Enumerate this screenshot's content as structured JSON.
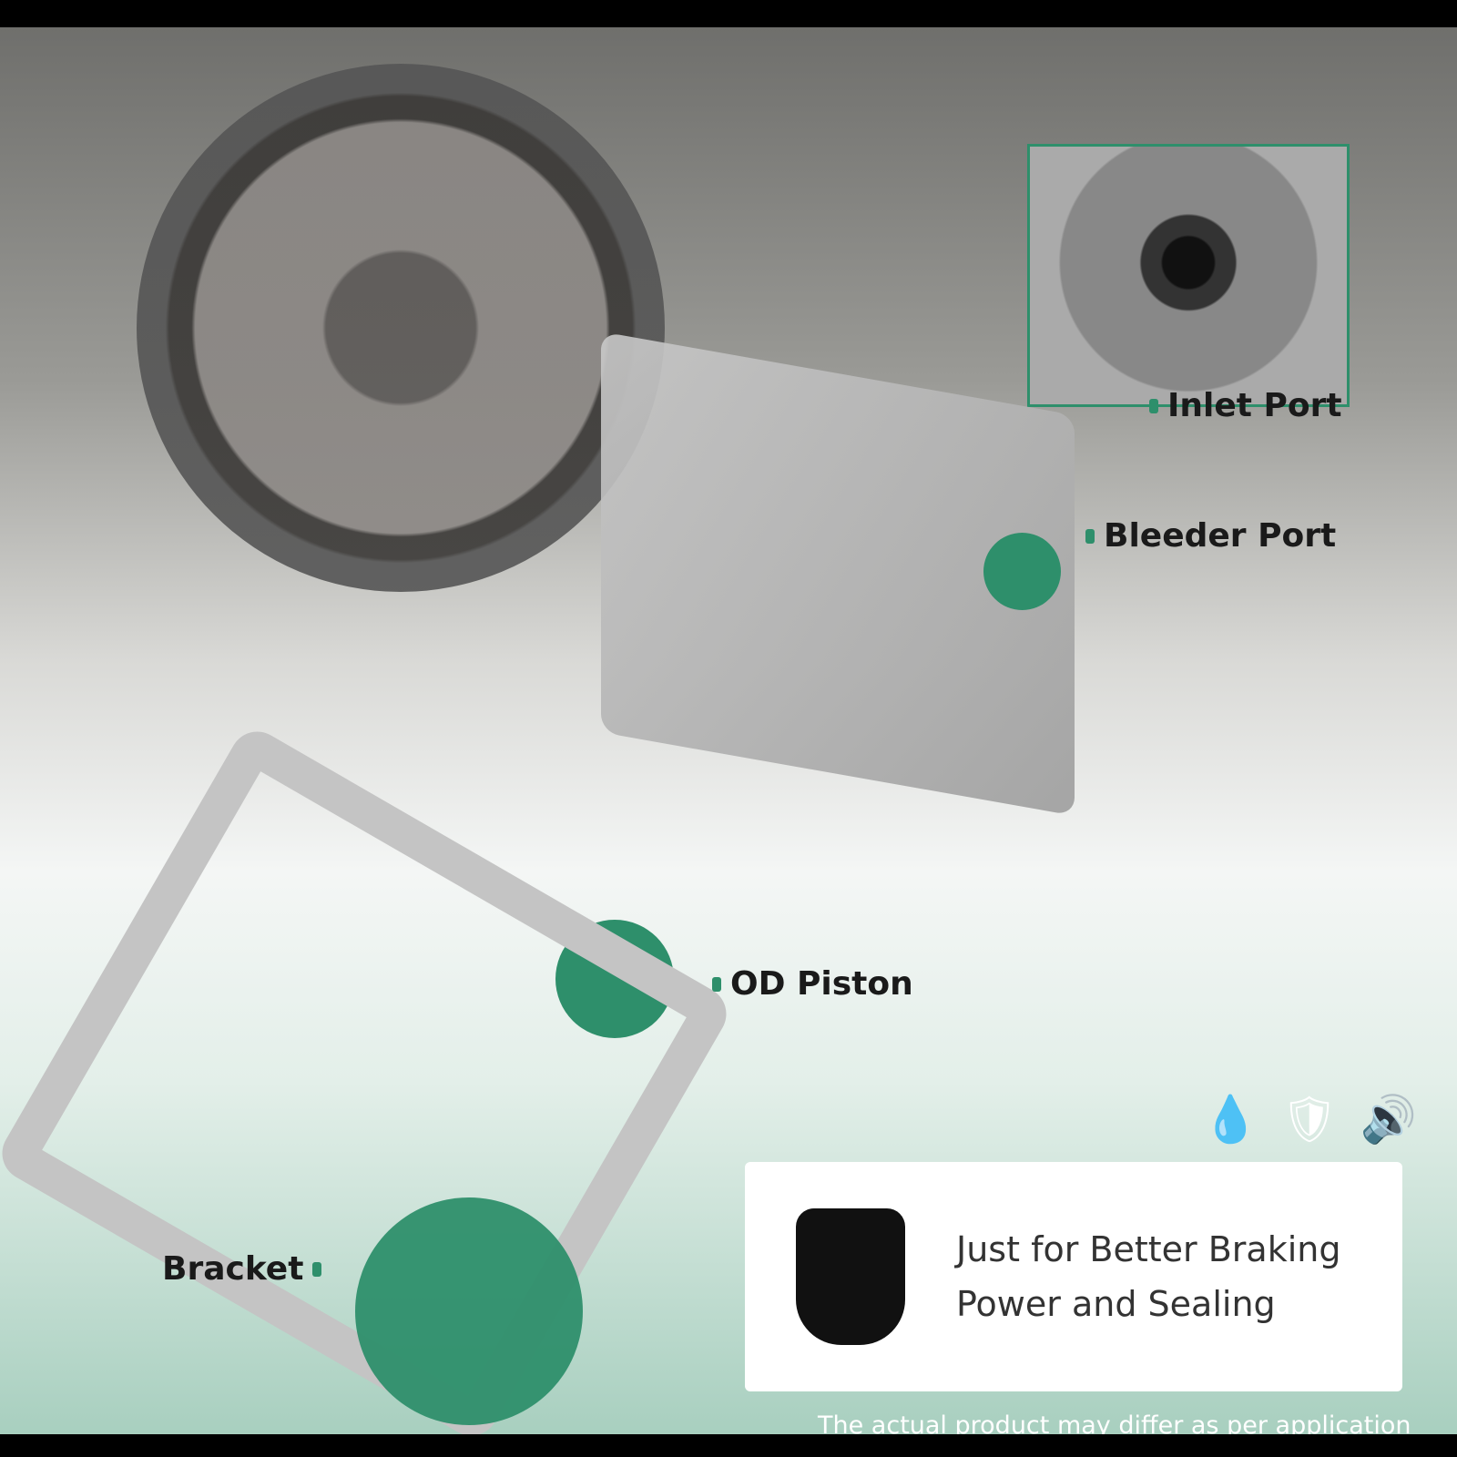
{
  "callouts": {
    "inlet": "Inlet Port",
    "bleeder": "Bleeder Port",
    "piston": "OD Piston",
    "bracket": "Bracket"
  },
  "card": {
    "line1": "Just for Better Braking",
    "line2": "Power and Sealing"
  },
  "icons": [
    "water-gear-icon",
    "shield-check-icon",
    "speaker-icon"
  ],
  "note": "The actual product may differ as per application",
  "colors": {
    "accent": "#2e8f6b"
  }
}
